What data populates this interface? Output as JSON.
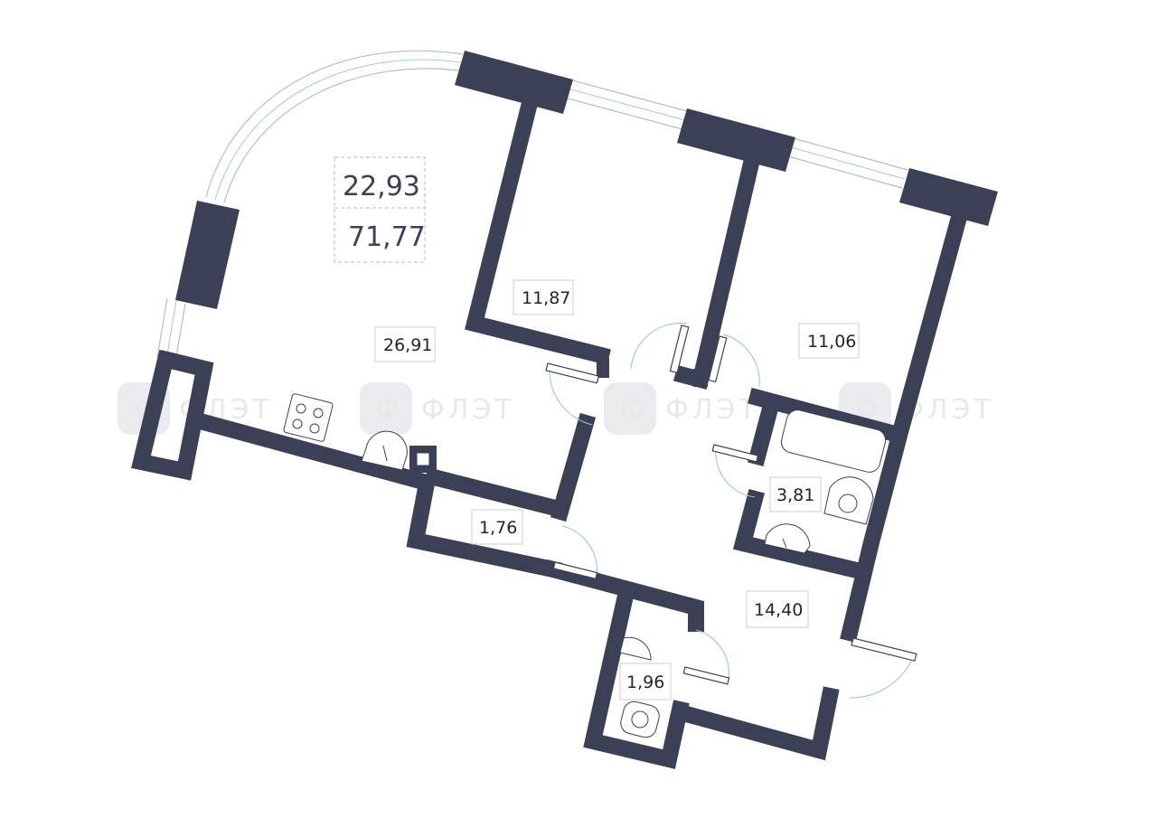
{
  "plan": {
    "totals": {
      "living_area": "22,93",
      "total_area": "71,77"
    },
    "rooms": [
      {
        "id": "living-kitchen",
        "area": "26,91"
      },
      {
        "id": "bedroom-1",
        "area": "11,87"
      },
      {
        "id": "bedroom-2",
        "area": "11,06"
      },
      {
        "id": "bathroom",
        "area": "3,81"
      },
      {
        "id": "storage",
        "area": "1,76"
      },
      {
        "id": "hallway",
        "area": "14,40"
      },
      {
        "id": "wc",
        "area": "1,96"
      }
    ],
    "watermark": {
      "logo_letter": "Ф",
      "brand": "ФЛЭТ"
    },
    "colors": {
      "wall": "#3b4056",
      "door_arc": "#8fc3dc",
      "glass": "#b9bcc6"
    }
  }
}
